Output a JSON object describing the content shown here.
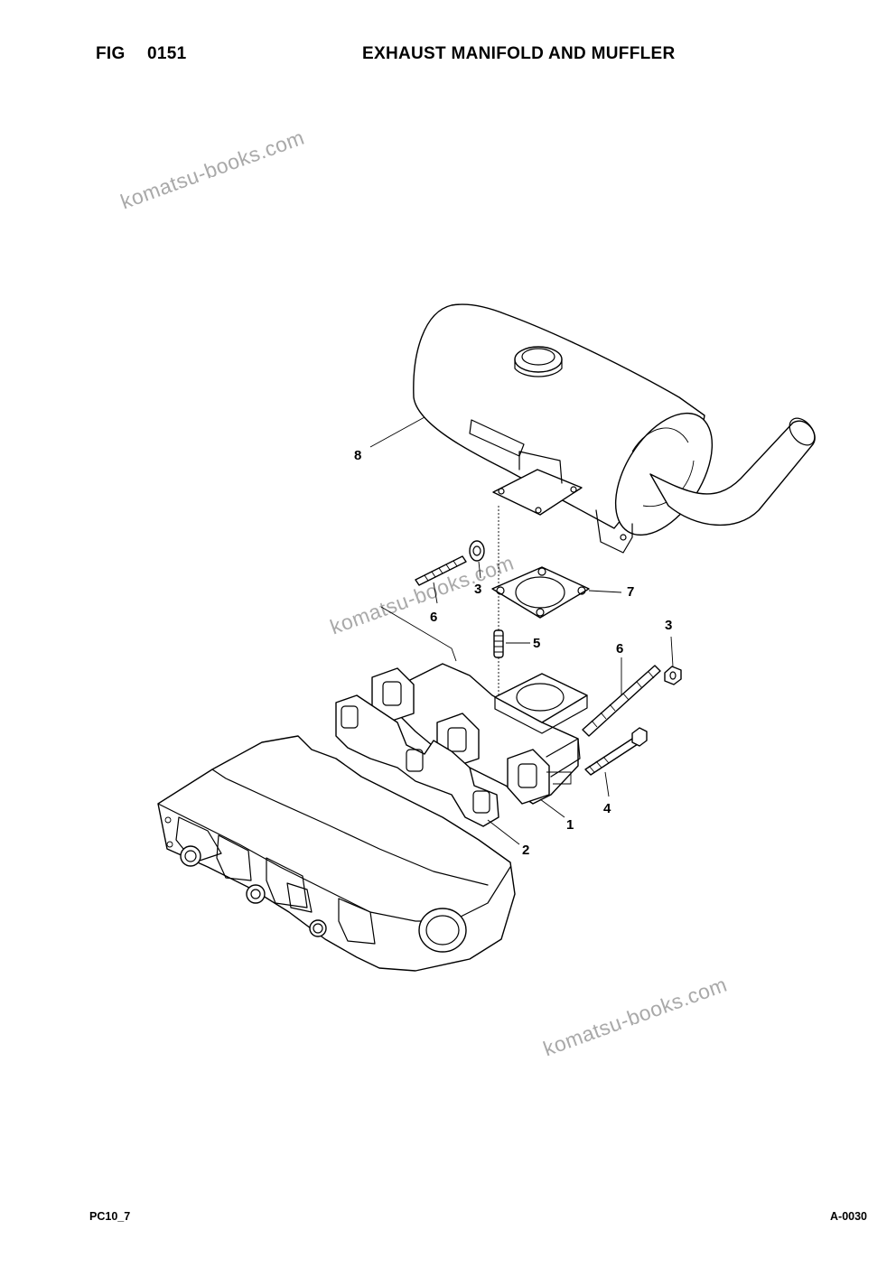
{
  "header": {
    "fig_label": "FIG",
    "fig_number": "0151",
    "title": "EXHAUST MANIFOLD AND MUFFLER"
  },
  "footer": {
    "model": "PC10_7",
    "page_code": "A-0030"
  },
  "watermarks": [
    "komatsu-books.com",
    "komatsu-books.com",
    "komatsu-books.com"
  ],
  "callouts": {
    "manifold": "1",
    "manifold_gasket": "2",
    "nut_upper": "3",
    "nut_right": "3",
    "bolt": "4",
    "stud": "5",
    "stud_bolt_left": "6",
    "stud_bolt_right": "6",
    "muffler_gasket": "7",
    "muffler": "8"
  }
}
